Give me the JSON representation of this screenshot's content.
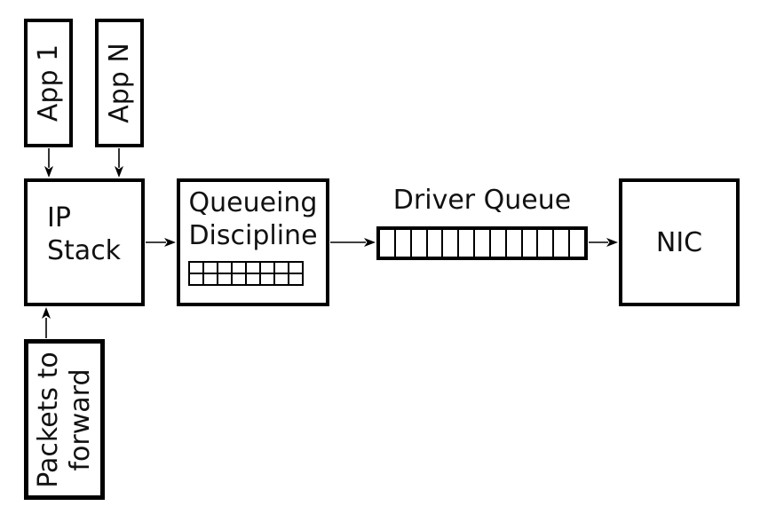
{
  "colors": {
    "bg": "#ffffff",
    "stroke": "#000000",
    "text": "#111111"
  },
  "nodes": {
    "app1": {
      "label": "App 1"
    },
    "appn": {
      "label": "App N"
    },
    "ip_stack": {
      "label": "IP\nStack"
    },
    "qdisc": {
      "label": "Queueing\nDiscipline",
      "queue": {
        "rows": 2,
        "cells_per_row": 8
      }
    },
    "driver_queue": {
      "label": "Driver Queue",
      "cells": 13
    },
    "nic": {
      "label": "NIC"
    },
    "packets_to_forward": {
      "label": "Packets to\nforward"
    }
  },
  "edges": [
    {
      "from": "app1",
      "to": "ip_stack"
    },
    {
      "from": "appn",
      "to": "ip_stack"
    },
    {
      "from": "packets_to_forward",
      "to": "ip_stack"
    },
    {
      "from": "ip_stack",
      "to": "qdisc"
    },
    {
      "from": "qdisc",
      "to": "driver_queue"
    },
    {
      "from": "driver_queue",
      "to": "nic"
    }
  ]
}
